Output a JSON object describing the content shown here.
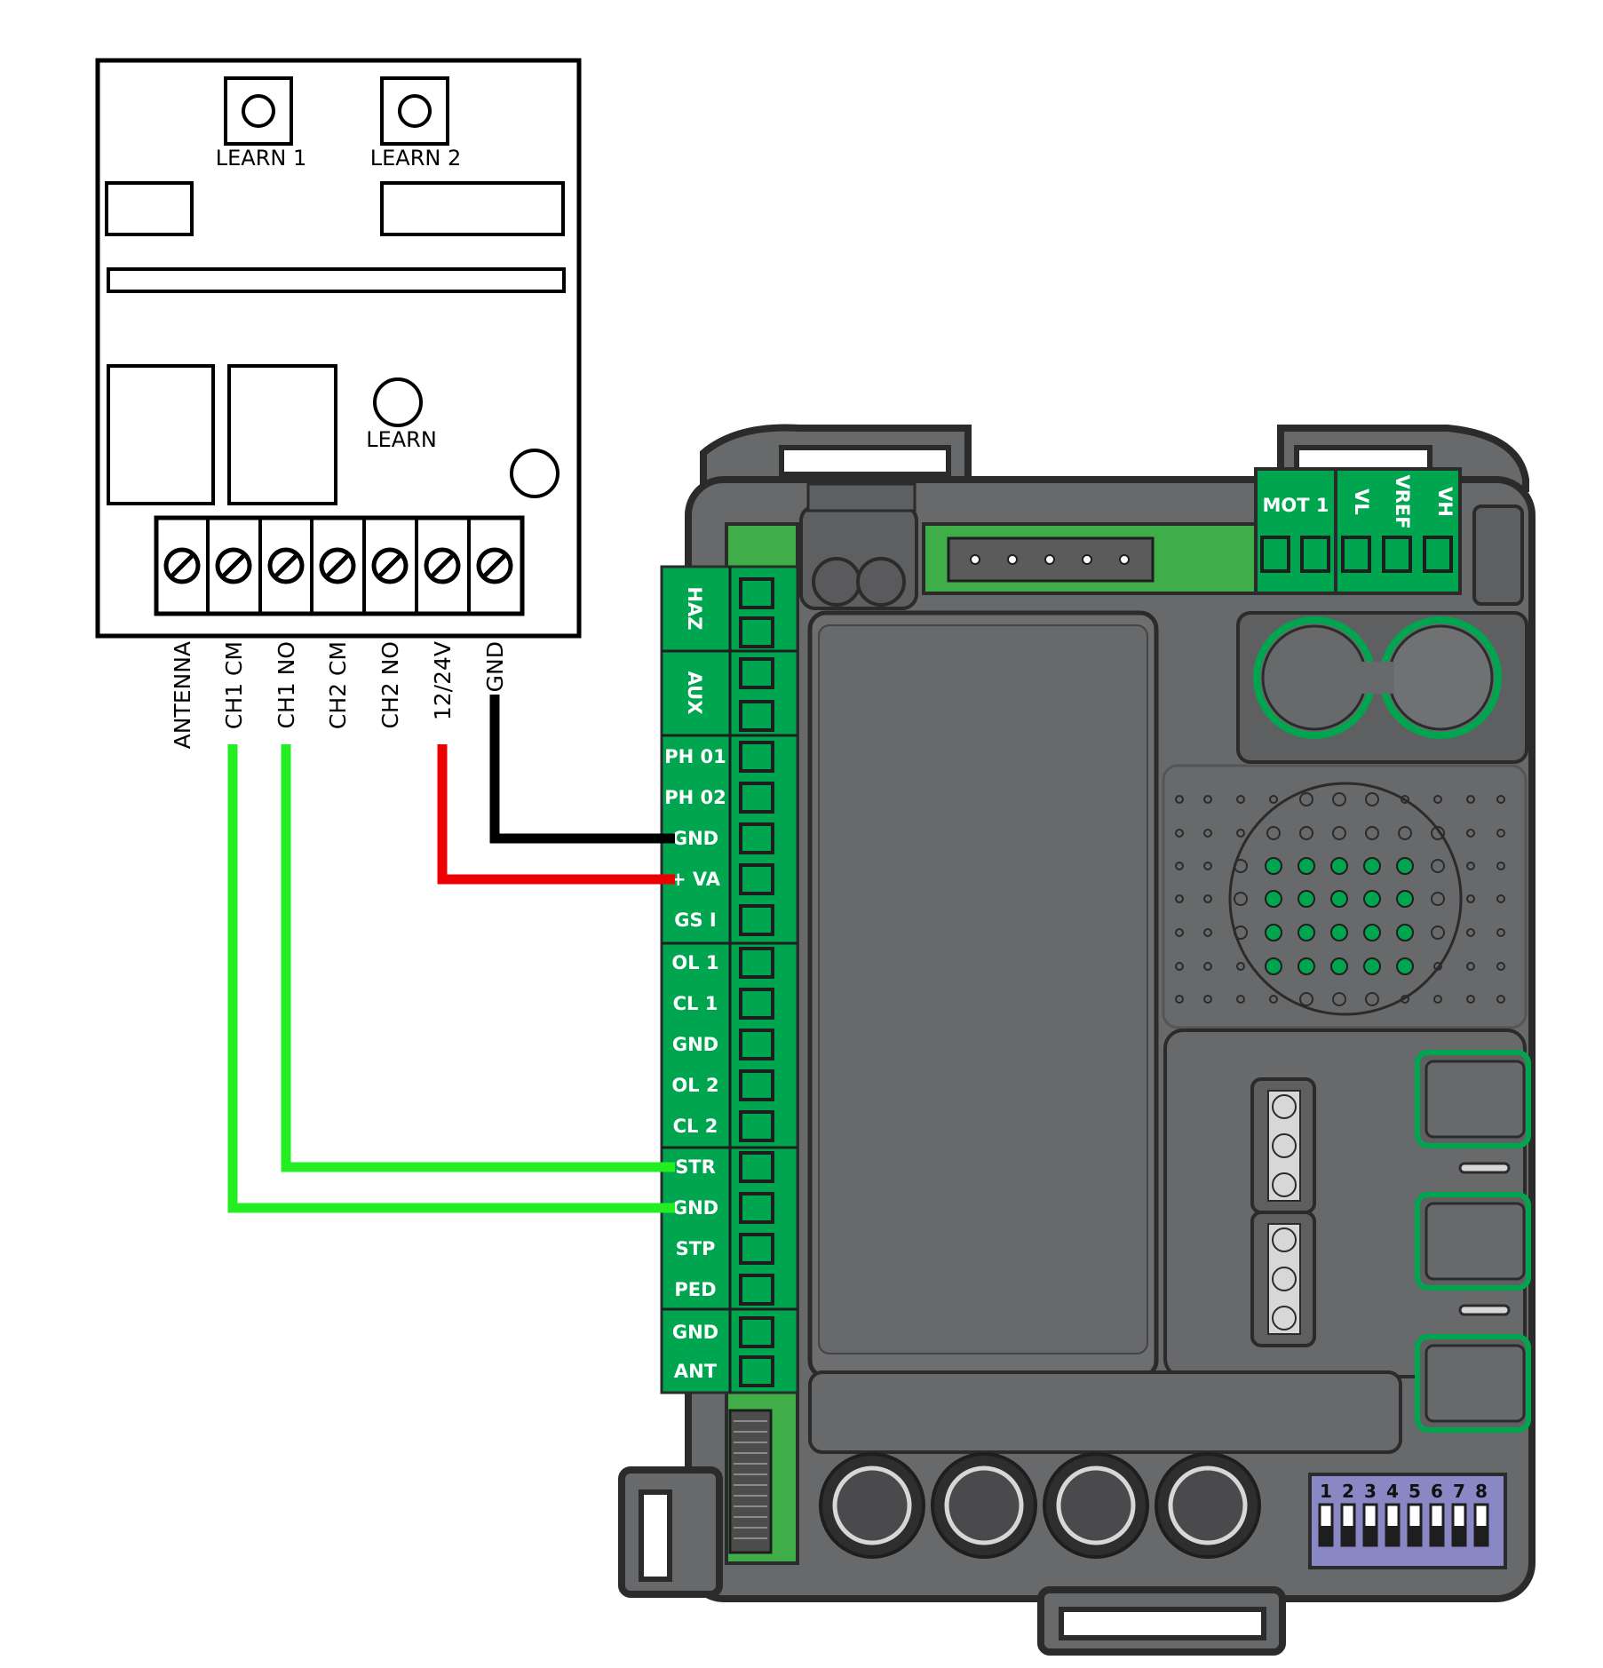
{
  "receiver": {
    "buttons": [
      "LEARN 1",
      "LEARN 2"
    ],
    "learn_label": "LEARN",
    "terminals": [
      "ANTENNA",
      "CH1  CM",
      "CH1  NO",
      "CH2  CM",
      "CH2  NO",
      "12/24V",
      "GND"
    ]
  },
  "controller": {
    "group_labels": [
      "HAZ",
      "AUX"
    ],
    "terminals": [
      "PH 01",
      "PH 02",
      "GND",
      "+ VA",
      "GS I",
      "OL 1",
      "CL 1",
      "GND",
      "OL 2",
      "CL 2",
      "STR",
      "GND",
      "STP",
      "PED",
      "GND",
      "ANT"
    ],
    "motor_labels": {
      "mot1": "MOT 1",
      "vl": "VL",
      "vref": "VREF",
      "vh": "VH"
    },
    "dip_numbers": [
      "1",
      "2",
      "3",
      "4",
      "5",
      "6",
      "7",
      "8"
    ]
  },
  "wires": [
    {
      "from": "CH1  CM",
      "to": "GND",
      "color": "#22ee22"
    },
    {
      "from": "CH1  NO",
      "to": "STR",
      "color": "#22ee22"
    },
    {
      "from": "12/24V",
      "to": "+ VA",
      "color": "#ee0000"
    },
    {
      "from": "GND",
      "to": "GND",
      "color": "#000000"
    }
  ],
  "colors": {
    "board_body": "#68696b",
    "board_outline": "#2b2b2b",
    "terminal_green": "#00a54f",
    "dip_purple": "#8a88c4"
  }
}
